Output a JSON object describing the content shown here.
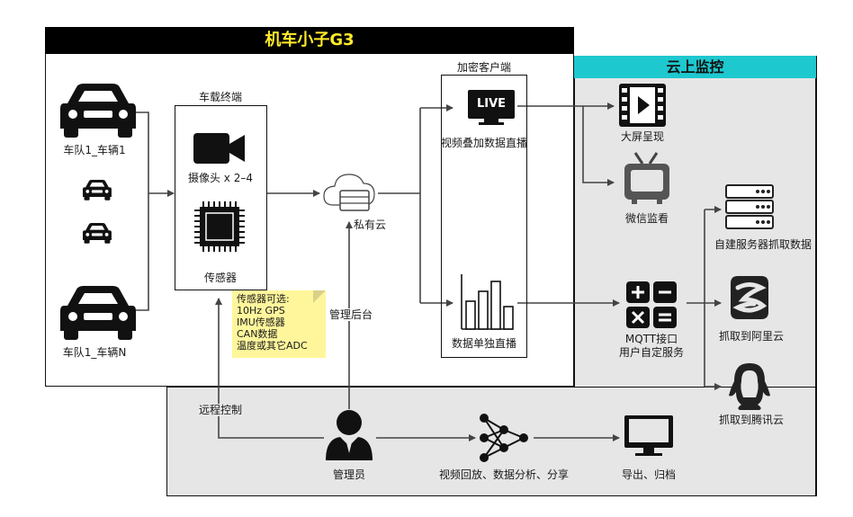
{
  "title": "机车小子G3",
  "cloud_section": {
    "title": "云上监控"
  },
  "vehicles": {
    "first_label": "车队1_车辆1",
    "last_label": "车队1_车辆N"
  },
  "terminal": {
    "title": "车载终端",
    "camera_label": "摄像头 x 2–4",
    "sensor_label": "传感器"
  },
  "sensor_note": {
    "lines": [
      "传感器可选:",
      "10Hz GPS",
      "IMU传感器",
      "CAN数据",
      "温度或其它ADC"
    ]
  },
  "private_cloud": {
    "label": "私有云"
  },
  "admin_backend": {
    "label": "管理后台"
  },
  "encrypted_client": {
    "title": "加密客户端",
    "live_badge": "LIVE",
    "video_live_label": "视频叠加数据直播",
    "data_live_label": "数据单独直播"
  },
  "outputs": {
    "big_screen": "大屏呈现",
    "wechat": "微信监看",
    "own_server": "自建服务器抓取数据",
    "aliyun": "抓取到阿里云",
    "tencent": "抓取到腾讯云",
    "mqtt_line1": "MQTT接口",
    "mqtt_line2": "用户自定服务"
  },
  "admin": {
    "remote_control": "远程控制",
    "manager": "管理员",
    "analysis": "视频回放、数据分析、分享",
    "export": "导出、归档"
  },
  "colors": {
    "title_bg": "#000000",
    "title_text": "#ffeb2a",
    "cloud_bar": "#1ec8cf",
    "gray_panel": "#e6e6e6",
    "note_bg": "#fff69c"
  }
}
